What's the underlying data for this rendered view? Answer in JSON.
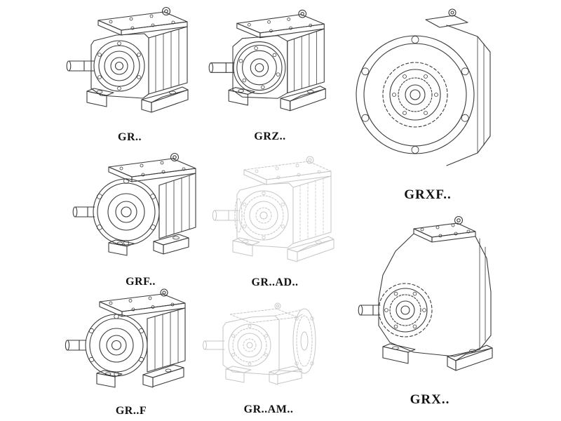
{
  "style": {
    "background": "#ffffff",
    "line_color": "#3a3a3a",
    "faded_line_color": "#c6c6c6",
    "label_color": "#111111"
  },
  "figures": [
    {
      "id": "gr",
      "label": "GR.."
    },
    {
      "id": "grz",
      "label": "GRZ.."
    },
    {
      "id": "grxf",
      "label": "GRXF.."
    },
    {
      "id": "grf",
      "label": "GRF.."
    },
    {
      "id": "gr-ad",
      "label": "GR..AD.."
    },
    {
      "id": "gr-f",
      "label": "GR..F"
    },
    {
      "id": "gr-am",
      "label": "GR..AM.."
    },
    {
      "id": "grx",
      "label": "GRX.."
    }
  ]
}
